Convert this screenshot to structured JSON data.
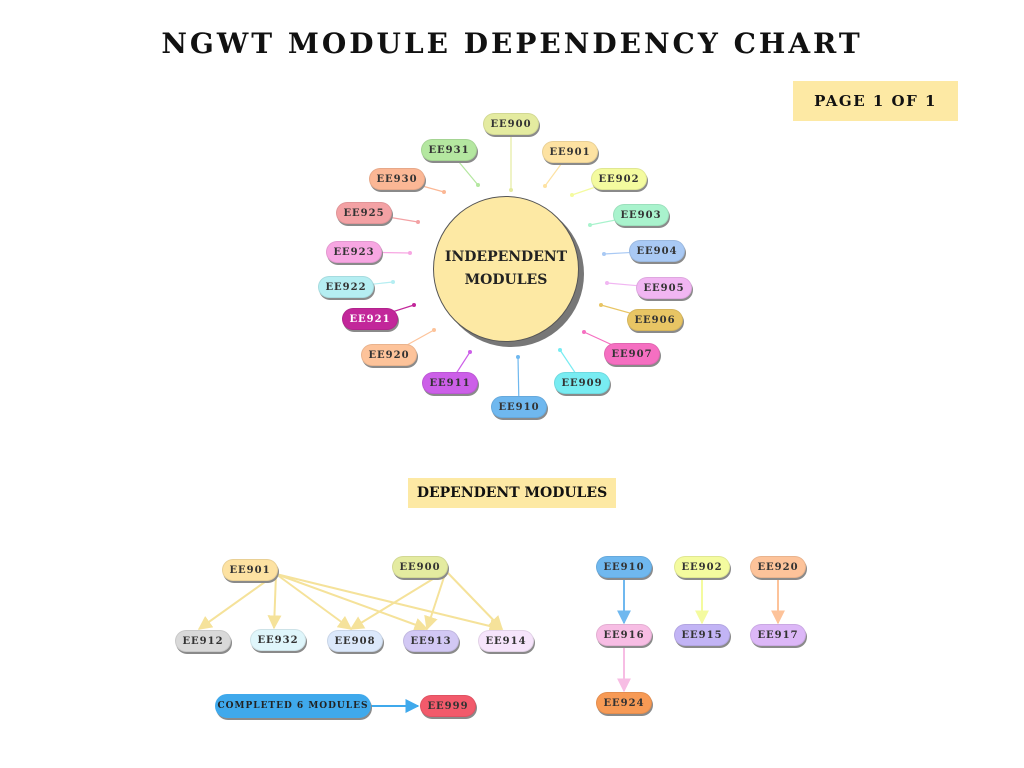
{
  "title": "NGWT MODULE DEPENDENCY CHART",
  "page_indicator": "PAGE 1 OF 1",
  "hub": {
    "line1": "INDEPENDENT",
    "line2": "MODULES"
  },
  "dependent_heading": "DEPENDENT MODULES",
  "independent_modules": [
    {
      "id": "EE900",
      "color": "#e4eba0"
    },
    {
      "id": "EE901",
      "color": "#fde2a2"
    },
    {
      "id": "EE902",
      "color": "#f4fb9f"
    },
    {
      "id": "EE903",
      "color": "#a9f3cd"
    },
    {
      "id": "EE904",
      "color": "#a9c9f4"
    },
    {
      "id": "EE905",
      "color": "#f1b6f2"
    },
    {
      "id": "EE906",
      "color": "#e8c564"
    },
    {
      "id": "EE907",
      "color": "#f56fc1"
    },
    {
      "id": "EE909",
      "color": "#78ecf2"
    },
    {
      "id": "EE910",
      "color": "#6fb8ef"
    },
    {
      "id": "EE911",
      "color": "#cc5fe8"
    },
    {
      "id": "EE920",
      "color": "#fdc39a"
    },
    {
      "id": "EE921",
      "color": "#c2279a",
      "dark": true
    },
    {
      "id": "EE922",
      "color": "#b5eef2"
    },
    {
      "id": "EE923",
      "color": "#f7a6e2"
    },
    {
      "id": "EE925",
      "color": "#f3a1a4"
    },
    {
      "id": "EE930",
      "color": "#fbb795"
    },
    {
      "id": "EE931",
      "color": "#b4e7a0"
    }
  ],
  "dependencies": {
    "group_a_parents": [
      {
        "id": "EE901",
        "color": "#fde2a2"
      },
      {
        "id": "EE900",
        "color": "#e4eba0"
      }
    ],
    "group_a_children": [
      {
        "id": "EE912",
        "color": "#d9d9d9"
      },
      {
        "id": "EE932",
        "color": "#dff6fb"
      },
      {
        "id": "EE908",
        "color": "#dbe8fb"
      },
      {
        "id": "EE913",
        "color": "#d2c8f4"
      },
      {
        "id": "EE914",
        "color": "#f6e4fb"
      }
    ],
    "chains": [
      {
        "id": "EE910",
        "color": "#6fb8ef"
      },
      {
        "id": "EE916",
        "color": "#f7bde4"
      },
      {
        "id": "EE924",
        "color": "#f79a55"
      },
      {
        "id": "EE902",
        "color": "#f4fb9f"
      },
      {
        "id": "EE915",
        "color": "#c2b4f5"
      },
      {
        "id": "EE920",
        "color": "#fdc39a"
      },
      {
        "id": "EE917",
        "color": "#dcb7f7"
      }
    ],
    "completion": {
      "label": "COMPLETED 6 MODULES",
      "target": "EE999",
      "target_color": "#f25a6b"
    }
  }
}
